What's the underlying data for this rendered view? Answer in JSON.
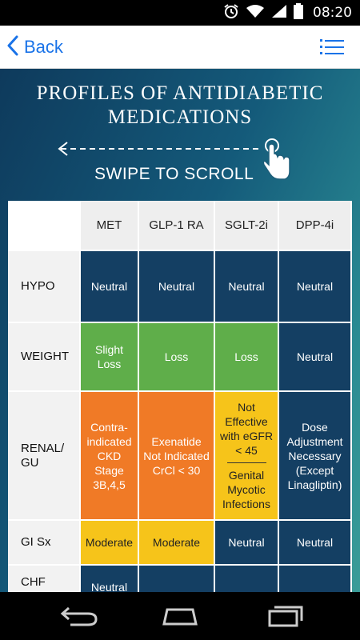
{
  "status_bar": {
    "time": "08:20",
    "icons": [
      "alarm-icon",
      "wifi-icon",
      "signal-icon",
      "battery-icon"
    ]
  },
  "action_bar": {
    "back_label": "Back",
    "menu_icon": "list-icon",
    "accent": "#1a73e8"
  },
  "page": {
    "title_line1": "PROFILES OF ANTIDIABETIC",
    "title_line2": "MEDICATIONS",
    "swipe_label": "SWIPE TO SCROLL",
    "swipe_icon": "tap-hand-icon"
  },
  "table": {
    "columns": [
      "MET",
      "GLP-1 RA",
      "SGLT-2i",
      "DPP-4i"
    ],
    "rows": [
      {
        "label": "HYPO",
        "cells": [
          "Neutral",
          "Neutral",
          "Neutral",
          "Neutral"
        ]
      },
      {
        "label": "WEIGHT",
        "cells": [
          "Slight Loss",
          "Loss",
          "Loss",
          "Neutral"
        ]
      },
      {
        "label": "RENAL/ GU",
        "cells": [
          "Contra-indicated CKD Stage 3B,4,5",
          "Exenatide Not Indicated CrCl < 30",
          "Not Effective with eGFR < 45",
          "Dose Adjustment Necessary (Except Linagliptin)"
        ],
        "extra": "Genital Mycotic Infections"
      },
      {
        "label": "GI Sx",
        "cells": [
          "Moderate",
          "Moderate",
          "Neutral",
          "Neutral"
        ]
      },
      {
        "label": "CHF",
        "cells": [
          "Neutral",
          "",
          "",
          ""
        ]
      }
    ]
  },
  "colors": {
    "neutral_blue": "#143f63",
    "green": "#5fae4a",
    "orange": "#f07a26",
    "yellow": "#f6c41a"
  },
  "nav_bar": {
    "icons": [
      "back-nav-icon",
      "home-nav-icon",
      "recent-apps-icon"
    ]
  }
}
